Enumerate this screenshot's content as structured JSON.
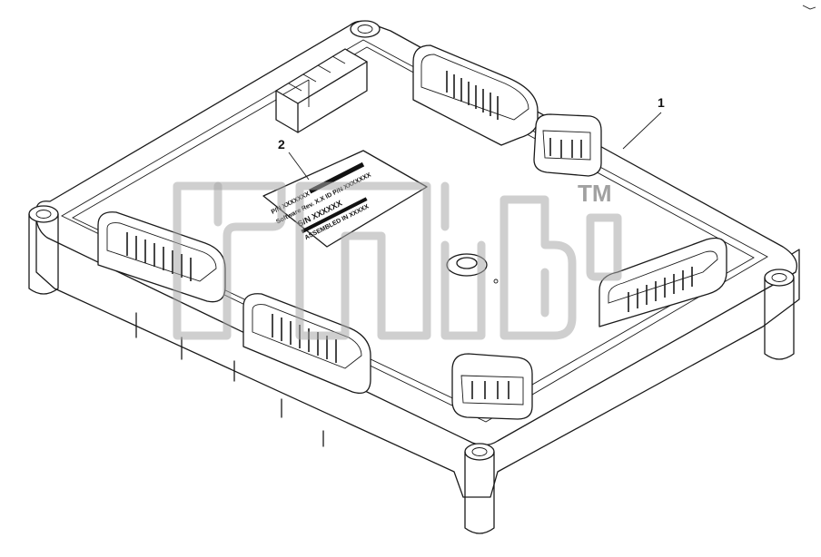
{
  "callouts": [
    {
      "id": "1",
      "label": "1"
    },
    {
      "id": "2",
      "label": "2"
    }
  ],
  "watermark": {
    "text": "TM"
  },
  "product_label": {
    "line1": "P/N XXXXXXX",
    "line2": "Software Rev. X.X   ID P/N XXXXXXX",
    "line3": "S/N XXXXXX",
    "line4": "ASSEMBLED IN XXXXX"
  }
}
